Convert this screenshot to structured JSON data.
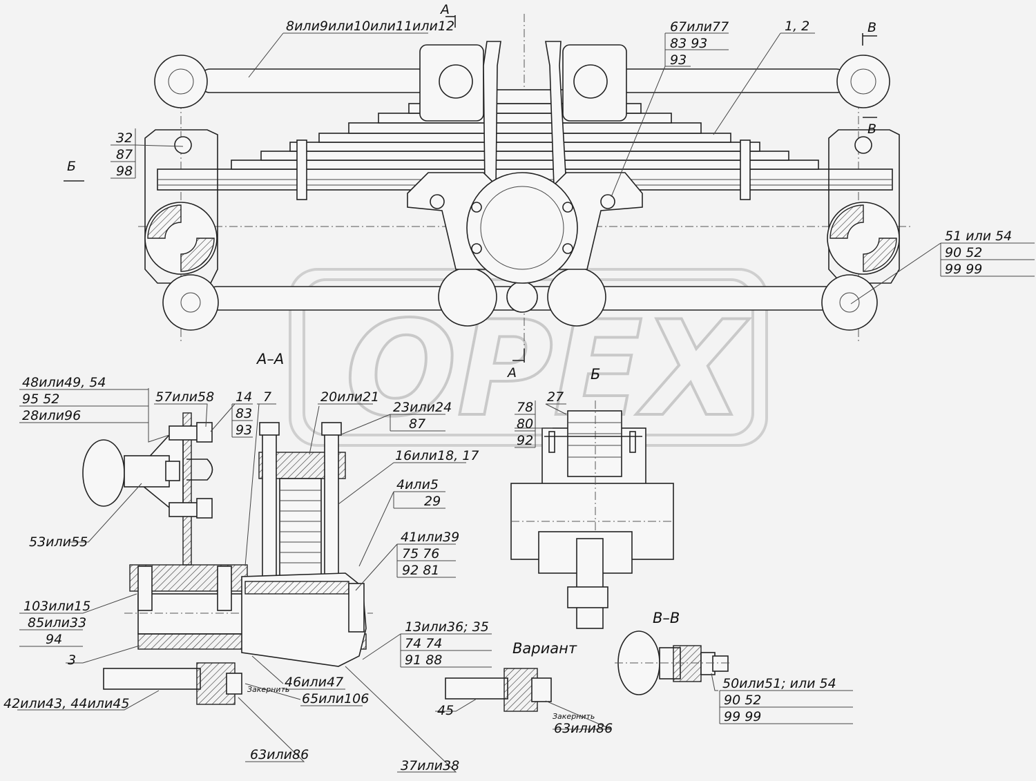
{
  "watermark": "OPEX",
  "section_titles": {
    "aa": "А–А",
    "b": "Б",
    "vv": "В–В",
    "variant": "Вариант"
  },
  "section_marks": {
    "a_top": "А",
    "a_bottom": "А",
    "v_top": "В",
    "v_mid": "В",
    "b_arrow": "Б"
  },
  "callouts": {
    "top_rod": "8или9или10или11или12",
    "c67": [
      "67или77",
      "83      93",
      "93"
    ],
    "c12": "1, 2",
    "c32": [
      "32",
      "87",
      "98"
    ],
    "c51": [
      "51 или   54",
      "90            52",
      "99          99"
    ],
    "c48": [
      "48или49,  54",
      "95              52",
      "28или96"
    ],
    "c57": "57или58",
    "c14": [
      "14",
      "83",
      "93"
    ],
    "c7": "7",
    "c20": "20или21",
    "c23": [
      "23или24",
      "87"
    ],
    "c16": "16или18, 17",
    "c4": [
      "4или5",
      "29"
    ],
    "c41": [
      "41или39",
      "75      76",
      "92      81"
    ],
    "c53": "53или55",
    "c103": [
      "103или15",
      "85или33",
      "94"
    ],
    "c3": "3",
    "c13": [
      "13или36;   35",
      "74            74",
      "91            88"
    ],
    "c46": "46или47",
    "c65": "65или106",
    "c42": "42или43, 44или45",
    "c63a": "63или86",
    "c37": "37или38",
    "c78": [
      "78",
      "80",
      "92"
    ],
    "c27": "27",
    "c45": "45",
    "c63b": "63или86",
    "c50": [
      "50или51;  или 54",
      "90                        52",
      "99                        99"
    ]
  },
  "notes": {
    "zakern1": "Закернить",
    "zakern2": "Закернить"
  }
}
